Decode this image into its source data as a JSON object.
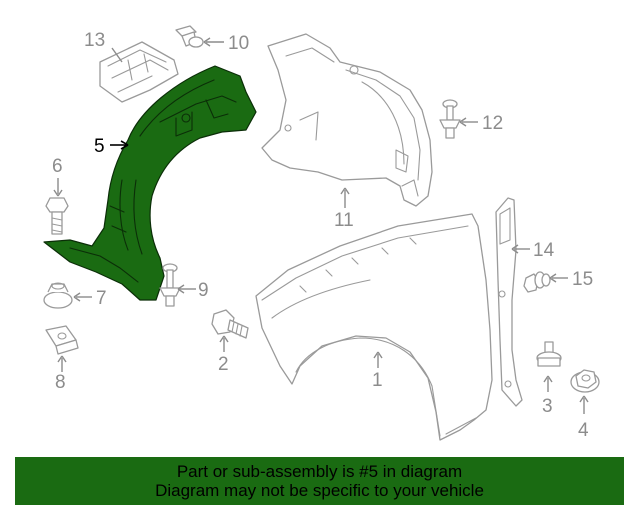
{
  "colors": {
    "highlight": "#1a6b12",
    "banner_background": "#1a6b12",
    "line_art": "#9a9a9a",
    "callout_text": "#8c8c8c"
  },
  "callouts": {
    "c1": "1",
    "c2": "2",
    "c3": "3",
    "c4": "4",
    "c5": "5",
    "c6": "6",
    "c7": "7",
    "c8": "8",
    "c9": "9",
    "c10": "10",
    "c11": "11",
    "c12": "12",
    "c13": "13",
    "c14": "14",
    "c15": "15"
  },
  "highlighted_part": "5",
  "banner": {
    "line1": "Part or sub-assembly is #5 in diagram",
    "line2": "Diagram may not be specific to your vehicle"
  }
}
